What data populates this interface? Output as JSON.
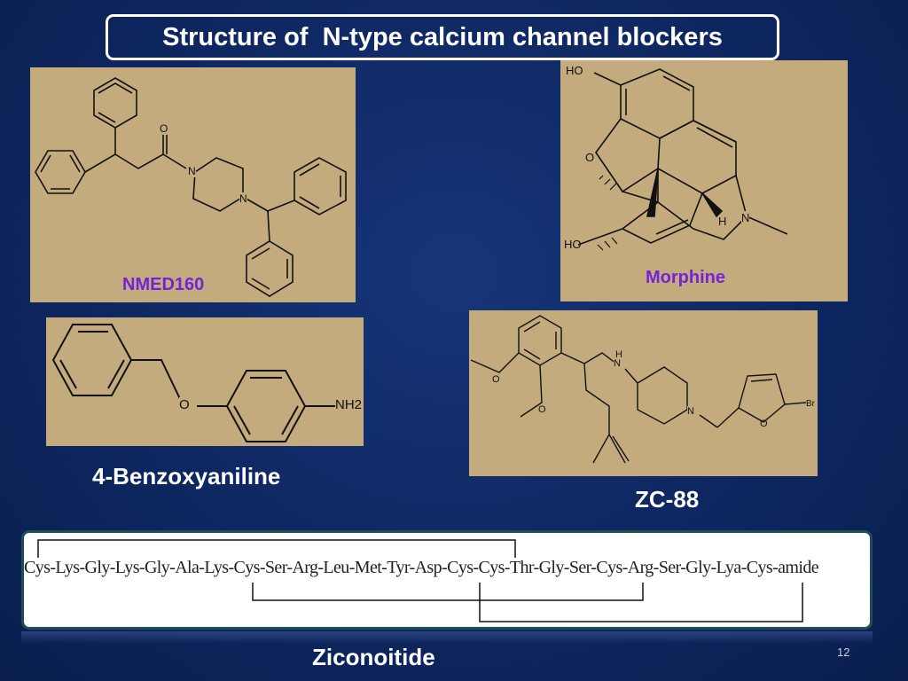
{
  "slide": {
    "title": "Structure of  N-type calcium channel blockers",
    "page_number": "12",
    "background_color": "#0f2a63",
    "panel_color": "#c4ab7e"
  },
  "molecules": {
    "nmed160": {
      "label": "NMED160",
      "atoms": {
        "o": "O",
        "n1": "N",
        "n2": "N"
      }
    },
    "morphine": {
      "label": "Morphine",
      "atoms": {
        "ho_top": "HO",
        "o": "O",
        "h": "H",
        "n": "N",
        "ho_bottom": "HO"
      }
    },
    "benzoxyaniline": {
      "label": "4-Benzoxyaniline",
      "atoms": {
        "o": "O",
        "nh2": "NH2"
      }
    },
    "zc88": {
      "label": "ZC-88",
      "atoms": {
        "o1": "O",
        "o2": "O",
        "h": "H",
        "n1": "N",
        "n2": "N",
        "o3": "O",
        "br": "Br"
      }
    },
    "ziconotide": {
      "label": "Ziconoitide",
      "sequence": "Cys-Lys-Gly-Lys-Gly-Ala-Lys-Cys-Ser-Arg-Leu-Met-Tyr-Asp-Cys-Cys-Thr-Gly-Ser-Cys-Arg-Ser-Gly-Lya-Cys-amide"
    }
  }
}
